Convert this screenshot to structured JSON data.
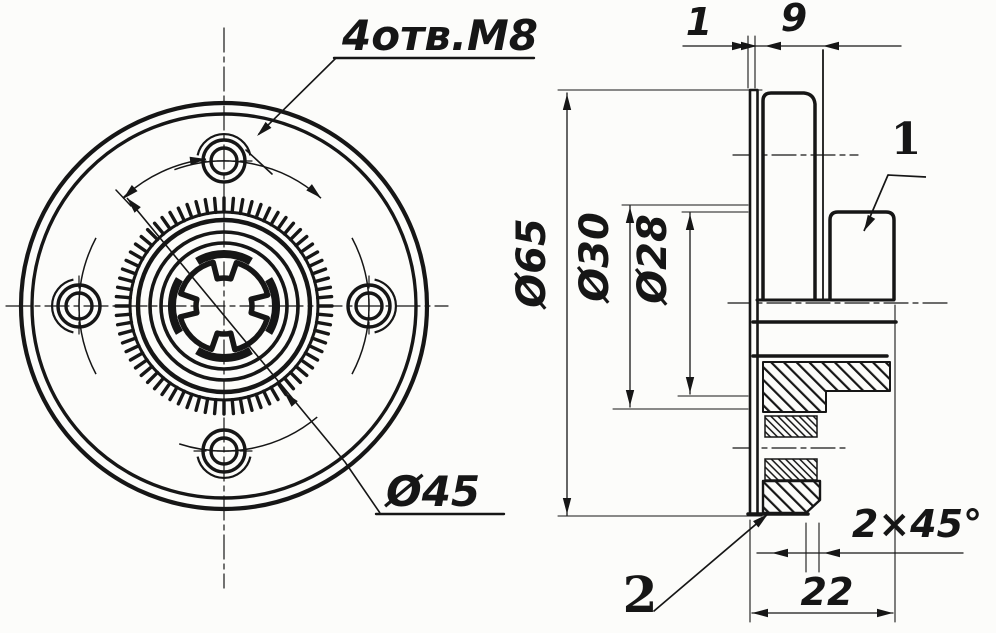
{
  "drawing": {
    "front_view": {
      "holes_note": "4отв.М8",
      "bolt_circle_dia": "Ø45"
    },
    "section_view": {
      "outer_dia": "Ø65",
      "gear_dia": "Ø30",
      "bushing_dia": "Ø28",
      "plate_thickness": "1",
      "rim_width": "9",
      "chamfer": "2×45°",
      "overall_width": "22",
      "callout_bushing": "1",
      "callout_gear": "2"
    },
    "colors": {
      "ink": "#161616",
      "paper": "#fcfcfa"
    }
  }
}
